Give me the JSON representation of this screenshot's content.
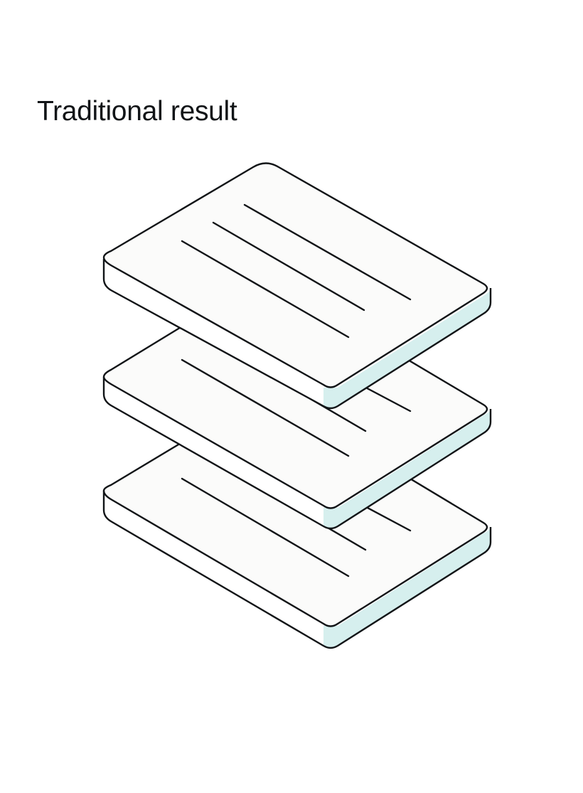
{
  "title": "Traditional result",
  "illustration": {
    "stack_count": 3,
    "lines_per_card": 3,
    "colors": {
      "outline": "#111417",
      "top_face": "#fbfbfa",
      "side_face": "#ffffff",
      "side_edge_accent": "#d6efee",
      "background": "#ffffff"
    }
  }
}
